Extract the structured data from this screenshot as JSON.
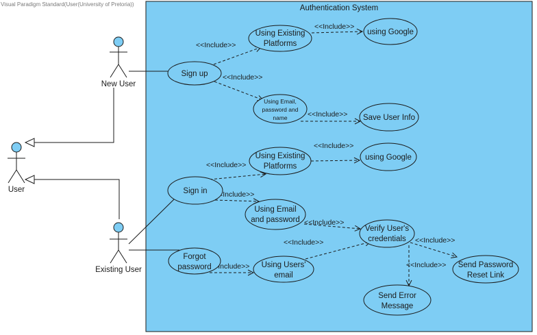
{
  "watermark": "Visual Paradigm Standard(User(University of Pretoria))",
  "system": {
    "title": "Authentication System",
    "fill": "#7ecdf4"
  },
  "actors": {
    "new_user": "New User",
    "user": "User",
    "existing_user": "Existing User",
    "head_color": "#7ecdf4"
  },
  "use_cases": {
    "sign_up": [
      "Sign up"
    ],
    "platforms_1": [
      "Using Existing",
      "Platforms"
    ],
    "google_1": [
      "using Google"
    ],
    "email_pw_name": [
      "Using Email,",
      "password and",
      "name"
    ],
    "save_info": [
      "Save User Info"
    ],
    "platforms_2": [
      "Using Existing",
      "Platforms"
    ],
    "google_2": [
      "using Google"
    ],
    "sign_in": [
      "Sign in"
    ],
    "email_pw": [
      "Using Email",
      "and password"
    ],
    "verify": [
      "Verify User's",
      "credentials"
    ],
    "forgot": [
      "Forgot",
      "password"
    ],
    "users_email": [
      "Using Users'",
      "email"
    ],
    "send_reset": [
      "Send Password",
      "Reset Link"
    ],
    "send_error": [
      "Send Error",
      "Message"
    ]
  },
  "include_label": "<<Include>>"
}
